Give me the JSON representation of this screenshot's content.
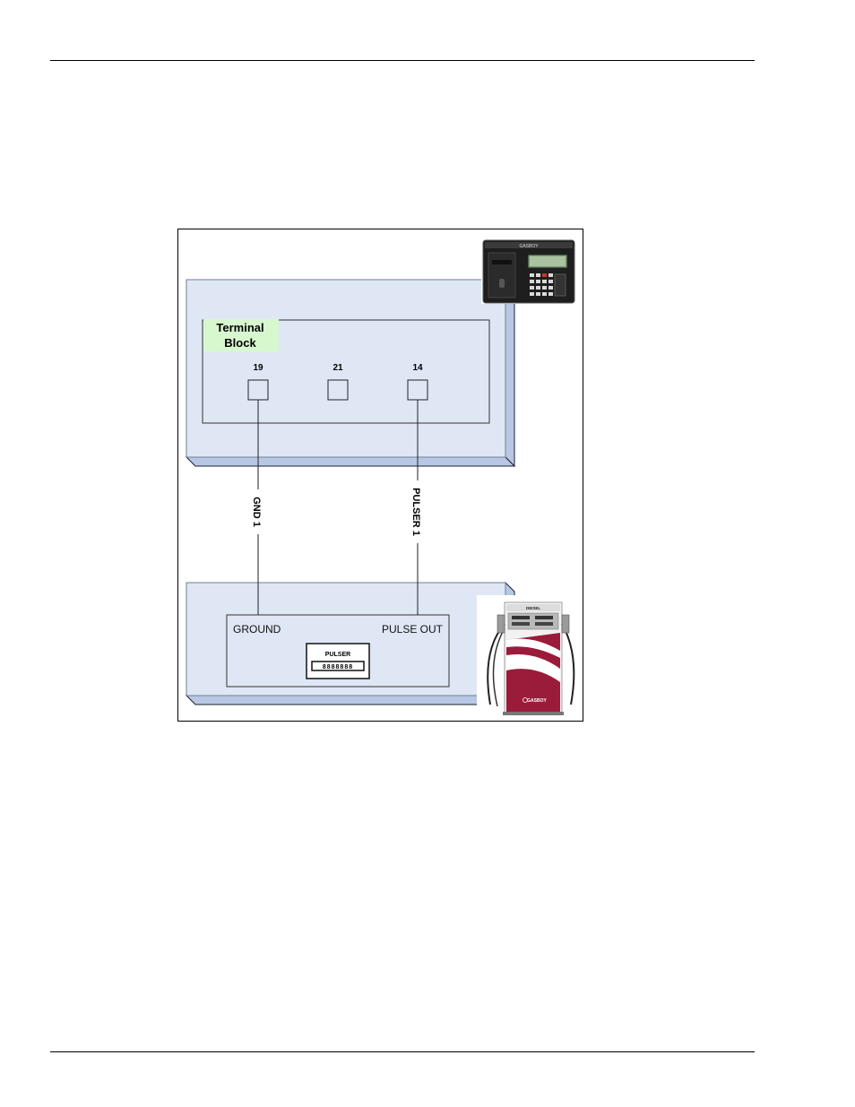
{
  "terminal_block": {
    "label_line1": "Terminal",
    "label_line2": "Block",
    "terminals": [
      "19",
      "21",
      "14"
    ]
  },
  "wires": {
    "gnd": "GND 1",
    "pulser": "PULSER 1"
  },
  "pulser_box": {
    "ground_label": "GROUND",
    "pulse_out_label": "PULSE OUT",
    "pulser_title": "PULSER",
    "pulser_digits": "8888888"
  },
  "dispenser": {
    "header_text": "DIESEL",
    "brand_text": "GASBOY"
  },
  "colors": {
    "panel_face": "#dfe7f5",
    "panel_side": "#b8c8e4",
    "label_bg": "#d7f7cf",
    "dispenser_red": "#9b1b3a"
  },
  "icons": [
    "console-unit-image",
    "fuel-dispenser-image"
  ]
}
